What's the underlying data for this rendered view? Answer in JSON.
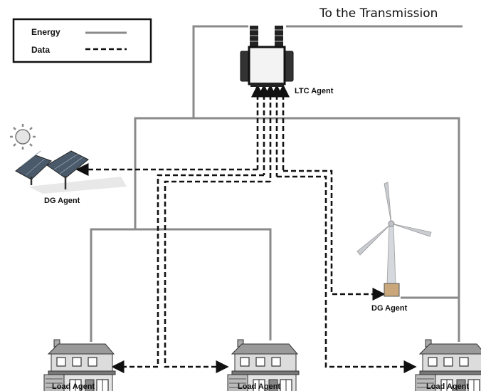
{
  "title": "To the Transmission",
  "legend": {
    "energy_label": "Energy",
    "data_label": "Data"
  },
  "agents": {
    "ltc": "LTC Agent",
    "dg_solar": "DG Agent",
    "dg_wind": "DG Agent",
    "load_left": "Load Agent",
    "load_center": "Load Agent",
    "load_right": "Load Agent"
  },
  "colors": {
    "energy_line": "#8a8a8a",
    "data_line": "#111111",
    "panel": "#4a5a6a",
    "house_wall": "#d8d8d8",
    "turbine": "#c9ccd1"
  }
}
